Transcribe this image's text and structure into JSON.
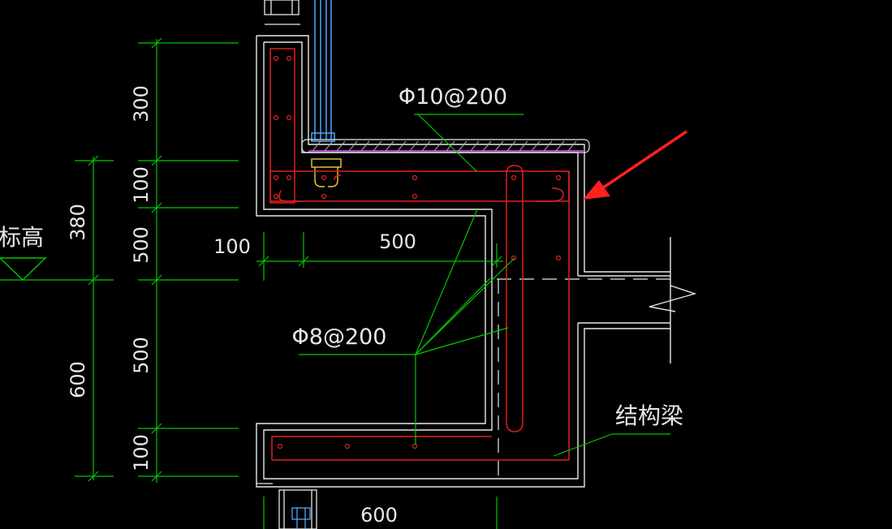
{
  "drawing": {
    "background": "#000000",
    "colors": {
      "dimension": "#00c800",
      "outline": "#e8e8e8",
      "rebar": "#e02020",
      "leader": "#00c800",
      "window": "#4aa8ff",
      "arrow": "#ff2020",
      "hatch": "#b040c0"
    },
    "vertical_dims_inner": [
      "300",
      "100",
      "500",
      "500",
      "100"
    ],
    "vertical_dims_outer": [
      "380",
      "600"
    ],
    "level_label": "标高",
    "horizontal_dims": [
      "100",
      "500",
      "600"
    ],
    "rebar_labels": {
      "top_bar": "Φ10@200",
      "stirrup": "Φ8@200"
    },
    "beam_label": "结构梁",
    "icons": [
      "elevation-marker-icon",
      "break-line-icon",
      "red-arrow-icon"
    ]
  }
}
